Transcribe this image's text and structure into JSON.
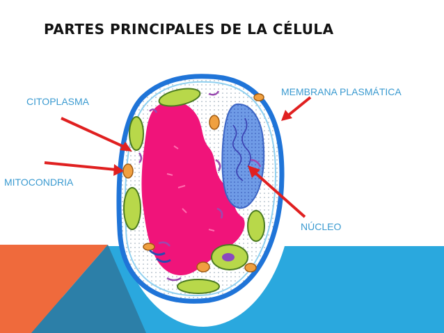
{
  "slide": {
    "title": "PARTES PRINCIPALES DE LA CÉLULA"
  },
  "labels": {
    "citoplasma": "CITOPLASMA",
    "mitocondria": "MITOCONDRIA",
    "membrana": "MEMBRANA PLASMÁTICA",
    "nucleo": "NÚCLEO"
  },
  "colors": {
    "label_text": "#3a9ad0",
    "arrow": "#e02020",
    "accent_orange": "#ef6a3c",
    "accent_blue_light": "#2aa8de",
    "accent_blue_dark": "#2c7fa8",
    "cytoplasm_pink": "#f0147a",
    "nucleus_blue": "#5b8fe0",
    "membrane_blue": "#1f74d8"
  }
}
